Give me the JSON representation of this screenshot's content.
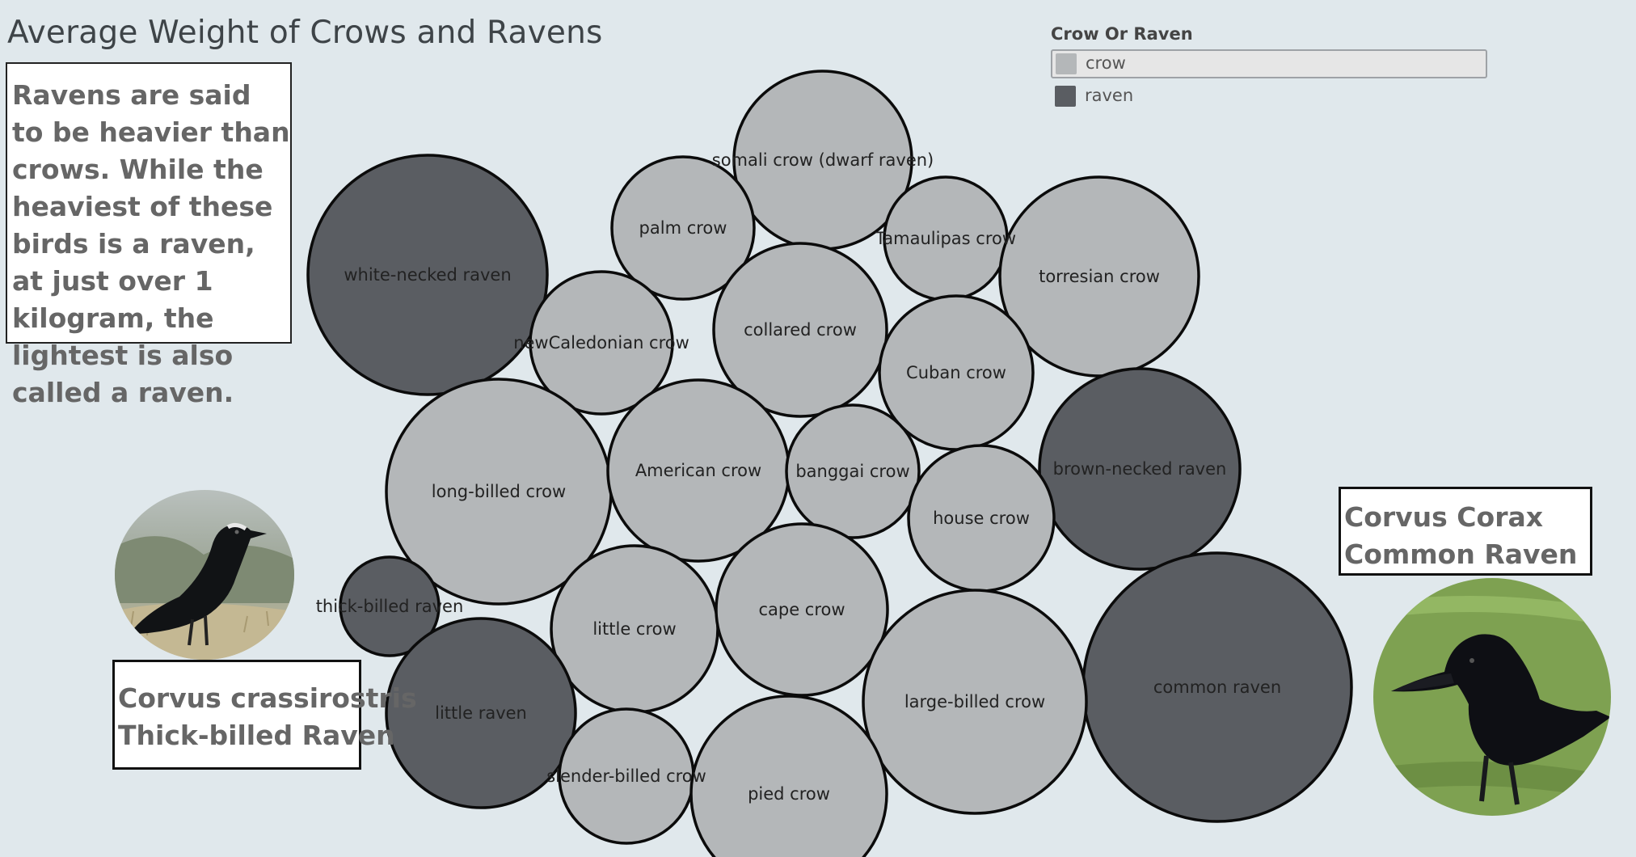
{
  "title": "Average Weight of Crows and Ravens",
  "note": "Ravens are said to be heavier than crows. While the heaviest of these birds is a raven, at just over 1 kilogram, the lightest is also called a raven.",
  "legend": {
    "title": "Crow Or Raven",
    "items": [
      {
        "label": "crow",
        "color": "#b4b7b9",
        "selected": true
      },
      {
        "label": "raven",
        "color": "#5a5d62",
        "selected": false
      }
    ]
  },
  "captions": {
    "thick_billed": [
      "Corvus crassirostris",
      "Thick-billed Raven"
    ],
    "common": [
      "Corvus Corax",
      "Common Raven"
    ]
  },
  "chart_data": {
    "type": "packed-bubble",
    "size_measure": "average weight (relative, estimated from bubble size)",
    "colors": {
      "crow": "#b4b7b9",
      "raven": "#5a5d62"
    },
    "points": [
      {
        "name": "somali crow (dwarf raven)",
        "group": "crow",
        "size": 110
      },
      {
        "name": "white-necked raven",
        "group": "raven",
        "size": 148
      },
      {
        "name": "palm crow",
        "group": "crow",
        "size": 88
      },
      {
        "name": "Tamaulipas crow",
        "group": "crow",
        "size": 76
      },
      {
        "name": "torresian crow",
        "group": "crow",
        "size": 123
      },
      {
        "name": "newCaledonian crow",
        "group": "crow",
        "size": 88
      },
      {
        "name": "collared crow",
        "group": "crow",
        "size": 107
      },
      {
        "name": "Cuban crow",
        "group": "crow",
        "size": 95
      },
      {
        "name": "long-billed crow",
        "group": "crow",
        "size": 139
      },
      {
        "name": "American crow",
        "group": "crow",
        "size": 112
      },
      {
        "name": "banggai crow",
        "group": "crow",
        "size": 82
      },
      {
        "name": "brown-necked raven",
        "group": "raven",
        "size": 124
      },
      {
        "name": "house crow",
        "group": "crow",
        "size": 90
      },
      {
        "name": "thick-billed raven",
        "group": "raven",
        "size": 61
      },
      {
        "name": "little crow",
        "group": "crow",
        "size": 103
      },
      {
        "name": "cape crow",
        "group": "crow",
        "size": 106
      },
      {
        "name": "common raven",
        "group": "raven",
        "size": 166
      },
      {
        "name": "little raven",
        "group": "raven",
        "size": 117
      },
      {
        "name": "large-billed crow",
        "group": "crow",
        "size": 138
      },
      {
        "name": "slender-billed crow",
        "group": "crow",
        "size": 83
      },
      {
        "name": "pied crow",
        "group": "crow",
        "size": 121
      }
    ]
  }
}
